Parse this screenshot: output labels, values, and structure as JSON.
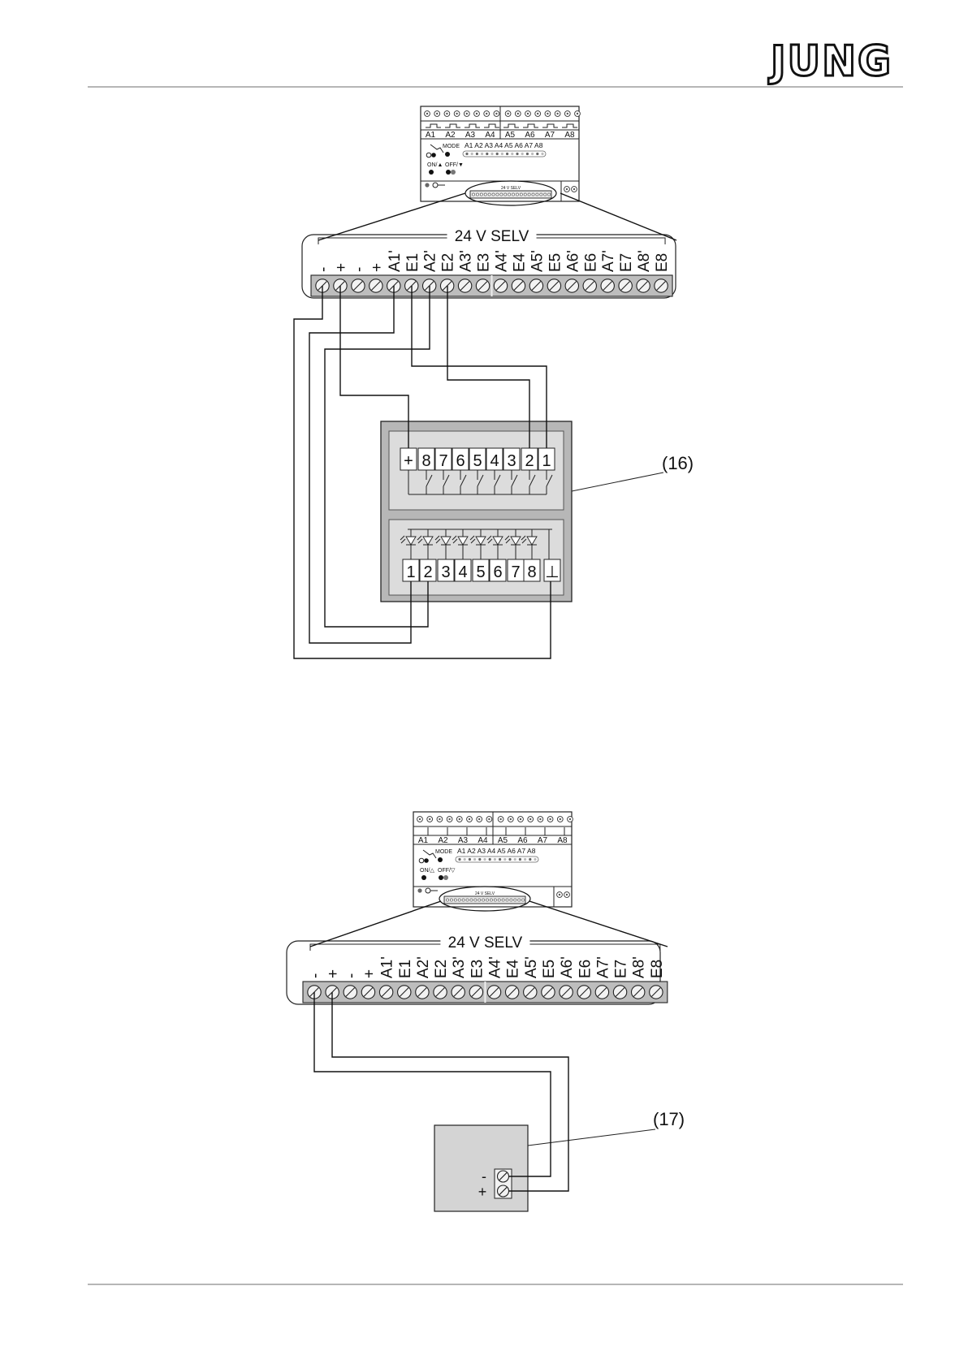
{
  "brand": {
    "logo_text": "JUNG"
  },
  "terminal_header": "24  V SELV",
  "terminal_labels": [
    "-",
    "+",
    "-",
    "+",
    "A1'",
    "E1",
    "A2'",
    "E2",
    "A3'",
    "E3",
    "A4'",
    "E4",
    "A5'",
    "E5",
    "A6'",
    "E6",
    "A7'",
    "E7",
    "A8'",
    "E8"
  ],
  "device": {
    "top_labels_left": [
      "A1",
      "A2",
      "A3",
      "A4"
    ],
    "top_labels_right": [
      "A5",
      "A6",
      "A7",
      "A8"
    ],
    "mode_label": "MODE",
    "led_labels": "A1 A2 A3 A4 A5 A6 A7 A8",
    "on_label_1": "ON/▲",
    "off_label_1": "OFF/▼",
    "on_label_2": "ON/△",
    "off_label_2": "OFF/▽",
    "connector_label": "24  V SELV"
  },
  "module16": {
    "callout": "(16)",
    "input_terminals": [
      "+",
      "8",
      "7",
      "6",
      "5",
      "4",
      "3",
      "2",
      "1"
    ],
    "output_terminals": [
      "1",
      "2",
      "3",
      "4",
      "5",
      "6",
      "7",
      "8",
      "⊥"
    ]
  },
  "module17": {
    "callout": "(17)",
    "minus": "-",
    "plus": "+"
  }
}
